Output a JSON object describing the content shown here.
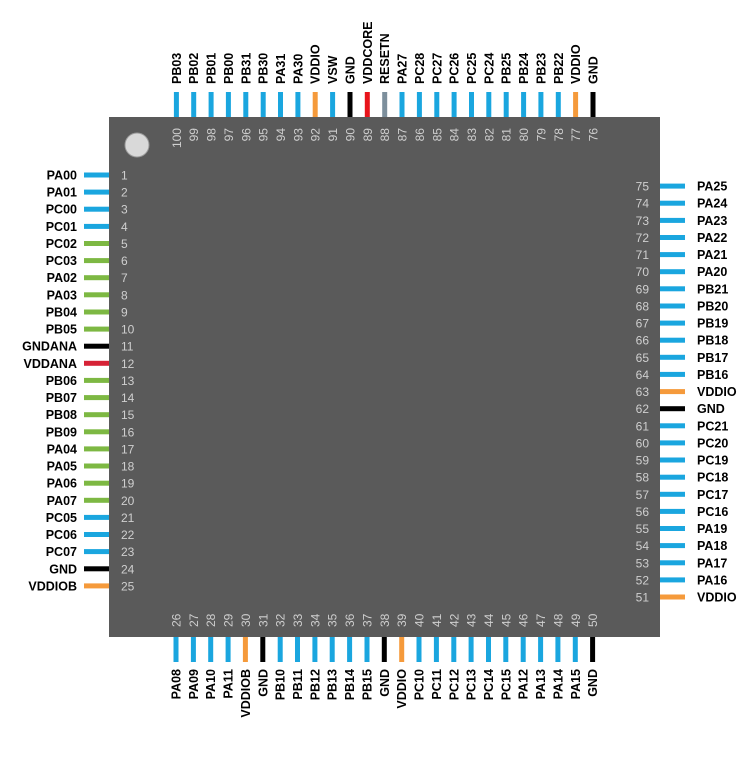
{
  "pin_colors": {
    "io": "#1aa6df",
    "analog": "#7db843",
    "ground": "#000000",
    "vddana": "#d62236",
    "vddio": "#f59a3b",
    "vddcore": "#e8141b",
    "reset": "#7d8f9c"
  },
  "chip": {
    "body_color": "#5a5a5a",
    "pin1_marker": "pin-1-dot"
  },
  "pins": {
    "left": [
      {
        "num": "1",
        "name": "PA00",
        "type": "io"
      },
      {
        "num": "2",
        "name": "PA01",
        "type": "io"
      },
      {
        "num": "3",
        "name": "PC00",
        "type": "io"
      },
      {
        "num": "4",
        "name": "PC01",
        "type": "io"
      },
      {
        "num": "5",
        "name": "PC02",
        "type": "analog"
      },
      {
        "num": "6",
        "name": "PC03",
        "type": "analog"
      },
      {
        "num": "7",
        "name": "PA02",
        "type": "analog"
      },
      {
        "num": "8",
        "name": "PA03",
        "type": "analog"
      },
      {
        "num": "9",
        "name": "PB04",
        "type": "analog"
      },
      {
        "num": "10",
        "name": "PB05",
        "type": "analog"
      },
      {
        "num": "11",
        "name": "GNDANA",
        "type": "ground"
      },
      {
        "num": "12",
        "name": "VDDANA",
        "type": "vddana"
      },
      {
        "num": "13",
        "name": "PB06",
        "type": "analog"
      },
      {
        "num": "14",
        "name": "PB07",
        "type": "analog"
      },
      {
        "num": "15",
        "name": "PB08",
        "type": "analog"
      },
      {
        "num": "16",
        "name": "PB09",
        "type": "analog"
      },
      {
        "num": "17",
        "name": "PA04",
        "type": "analog"
      },
      {
        "num": "18",
        "name": "PA05",
        "type": "analog"
      },
      {
        "num": "19",
        "name": "PA06",
        "type": "analog"
      },
      {
        "num": "20",
        "name": "PA07",
        "type": "analog"
      },
      {
        "num": "21",
        "name": "PC05",
        "type": "io"
      },
      {
        "num": "22",
        "name": "PC06",
        "type": "io"
      },
      {
        "num": "23",
        "name": "PC07",
        "type": "io"
      },
      {
        "num": "24",
        "name": "GND",
        "type": "ground"
      },
      {
        "num": "25",
        "name": "VDDIOB",
        "type": "vddio"
      }
    ],
    "bottom": [
      {
        "num": "26",
        "name": "PA08",
        "type": "io"
      },
      {
        "num": "27",
        "name": "PA09",
        "type": "io"
      },
      {
        "num": "28",
        "name": "PA10",
        "type": "io"
      },
      {
        "num": "29",
        "name": "PA11",
        "type": "io"
      },
      {
        "num": "30",
        "name": "VDDIOB",
        "type": "vddio"
      },
      {
        "num": "31",
        "name": "GND",
        "type": "ground"
      },
      {
        "num": "32",
        "name": "PB10",
        "type": "io"
      },
      {
        "num": "33",
        "name": "PB11",
        "type": "io"
      },
      {
        "num": "34",
        "name": "PB12",
        "type": "io"
      },
      {
        "num": "35",
        "name": "PB13",
        "type": "io"
      },
      {
        "num": "36",
        "name": "PB14",
        "type": "io"
      },
      {
        "num": "37",
        "name": "PB15",
        "type": "io"
      },
      {
        "num": "38",
        "name": "GND",
        "type": "ground"
      },
      {
        "num": "39",
        "name": "VDDIO",
        "type": "vddio"
      },
      {
        "num": "40",
        "name": "PC10",
        "type": "io"
      },
      {
        "num": "41",
        "name": "PC11",
        "type": "io"
      },
      {
        "num": "42",
        "name": "PC12",
        "type": "io"
      },
      {
        "num": "43",
        "name": "PC13",
        "type": "io"
      },
      {
        "num": "44",
        "name": "PC14",
        "type": "io"
      },
      {
        "num": "45",
        "name": "PC15",
        "type": "io"
      },
      {
        "num": "46",
        "name": "PA12",
        "type": "io"
      },
      {
        "num": "47",
        "name": "PA13",
        "type": "io"
      },
      {
        "num": "48",
        "name": "PA14",
        "type": "io"
      },
      {
        "num": "49",
        "name": "PA15",
        "type": "io"
      },
      {
        "num": "50",
        "name": "GND",
        "type": "ground"
      }
    ],
    "right": [
      {
        "num": "51",
        "name": "VDDIO",
        "type": "vddio"
      },
      {
        "num": "52",
        "name": "PA16",
        "type": "io"
      },
      {
        "num": "53",
        "name": "PA17",
        "type": "io"
      },
      {
        "num": "54",
        "name": "PA18",
        "type": "io"
      },
      {
        "num": "55",
        "name": "PA19",
        "type": "io"
      },
      {
        "num": "56",
        "name": "PC16",
        "type": "io"
      },
      {
        "num": "57",
        "name": "PC17",
        "type": "io"
      },
      {
        "num": "58",
        "name": "PC18",
        "type": "io"
      },
      {
        "num": "59",
        "name": "PC19",
        "type": "io"
      },
      {
        "num": "60",
        "name": "PC20",
        "type": "io"
      },
      {
        "num": "61",
        "name": "PC21",
        "type": "io"
      },
      {
        "num": "62",
        "name": "GND",
        "type": "ground"
      },
      {
        "num": "63",
        "name": "VDDIO",
        "type": "vddio"
      },
      {
        "num": "64",
        "name": "PB16",
        "type": "io"
      },
      {
        "num": "65",
        "name": "PB17",
        "type": "io"
      },
      {
        "num": "66",
        "name": "PB18",
        "type": "io"
      },
      {
        "num": "67",
        "name": "PB19",
        "type": "io"
      },
      {
        "num": "68",
        "name": "PB20",
        "type": "io"
      },
      {
        "num": "69",
        "name": "PB21",
        "type": "io"
      },
      {
        "num": "70",
        "name": "PA20",
        "type": "io"
      },
      {
        "num": "71",
        "name": "PA21",
        "type": "io"
      },
      {
        "num": "72",
        "name": "PA22",
        "type": "io"
      },
      {
        "num": "73",
        "name": "PA23",
        "type": "io"
      },
      {
        "num": "74",
        "name": "PA24",
        "type": "io"
      },
      {
        "num": "75",
        "name": "PA25",
        "type": "io"
      }
    ],
    "top": [
      {
        "num": "76",
        "name": "GND",
        "type": "ground"
      },
      {
        "num": "77",
        "name": "VDDIO",
        "type": "vddio"
      },
      {
        "num": "78",
        "name": "PB22",
        "type": "io"
      },
      {
        "num": "79",
        "name": "PB23",
        "type": "io"
      },
      {
        "num": "80",
        "name": "PB24",
        "type": "io"
      },
      {
        "num": "81",
        "name": "PB25",
        "type": "io"
      },
      {
        "num": "82",
        "name": "PC24",
        "type": "io"
      },
      {
        "num": "83",
        "name": "PC25",
        "type": "io"
      },
      {
        "num": "84",
        "name": "PC26",
        "type": "io"
      },
      {
        "num": "85",
        "name": "PC27",
        "type": "io"
      },
      {
        "num": "86",
        "name": "PC28",
        "type": "io"
      },
      {
        "num": "87",
        "name": "PA27",
        "type": "io"
      },
      {
        "num": "88",
        "name": "RESETN",
        "type": "reset"
      },
      {
        "num": "89",
        "name": "VDDCORE",
        "type": "vddcore"
      },
      {
        "num": "90",
        "name": "GND",
        "type": "ground"
      },
      {
        "num": "91",
        "name": "VSW",
        "type": "io"
      },
      {
        "num": "92",
        "name": "VDDIO",
        "type": "vddio"
      },
      {
        "num": "93",
        "name": "PA30",
        "type": "io"
      },
      {
        "num": "94",
        "name": "PA31",
        "type": "io"
      },
      {
        "num": "95",
        "name": "PB30",
        "type": "io"
      },
      {
        "num": "96",
        "name": "PB31",
        "type": "io"
      },
      {
        "num": "97",
        "name": "PB00",
        "type": "io"
      },
      {
        "num": "98",
        "name": "PB01",
        "type": "io"
      },
      {
        "num": "99",
        "name": "PB02",
        "type": "io"
      },
      {
        "num": "100",
        "name": "PB03",
        "type": "io"
      }
    ]
  }
}
